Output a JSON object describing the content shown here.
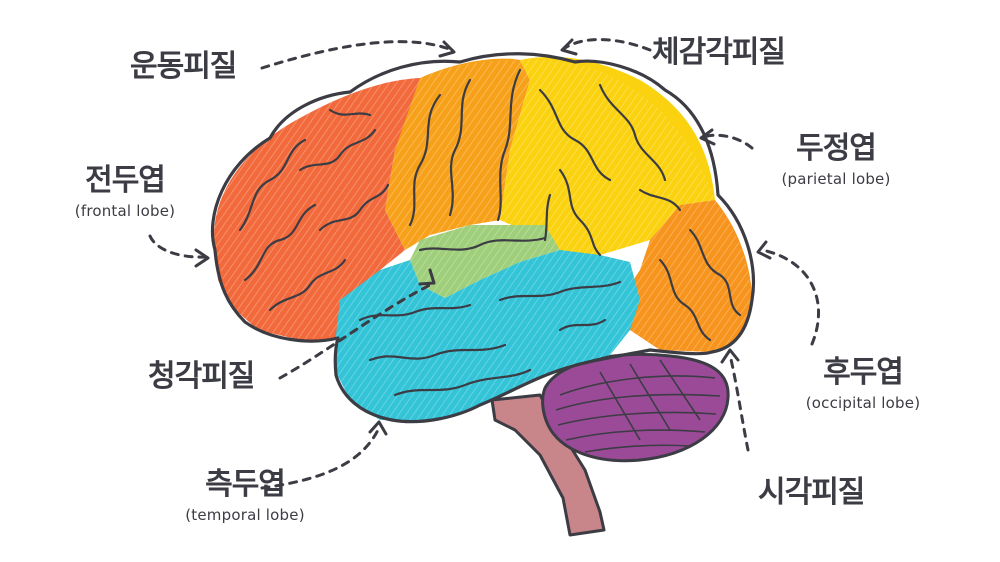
{
  "labels": {
    "motor_cortex": "운동피질",
    "somatosensory_cortex": "체감각피질",
    "frontal_lobe": {
      "ko": "전두엽",
      "en": "(frontal lobe)"
    },
    "parietal_lobe": {
      "ko": "두정엽",
      "en": "(parietal lobe)"
    },
    "auditory_cortex": "청각피질",
    "occipital_lobe": {
      "ko": "후두엽",
      "en": "(occipital lobe)"
    },
    "temporal_lobe": {
      "ko": "측두엽",
      "en": "(temporal lobe)"
    },
    "visual_cortex": "시각피질"
  },
  "colors": {
    "frontal": "#f26a3c",
    "motor": "#f7a11a",
    "parietal": "#fbd20f",
    "occipital": "#f7941d",
    "auditory": "#9fcf7a",
    "temporal": "#33c4d8",
    "cerebellum": "#9b4a98",
    "brainstem": "#c8858a",
    "outline": "#3c3c44"
  }
}
